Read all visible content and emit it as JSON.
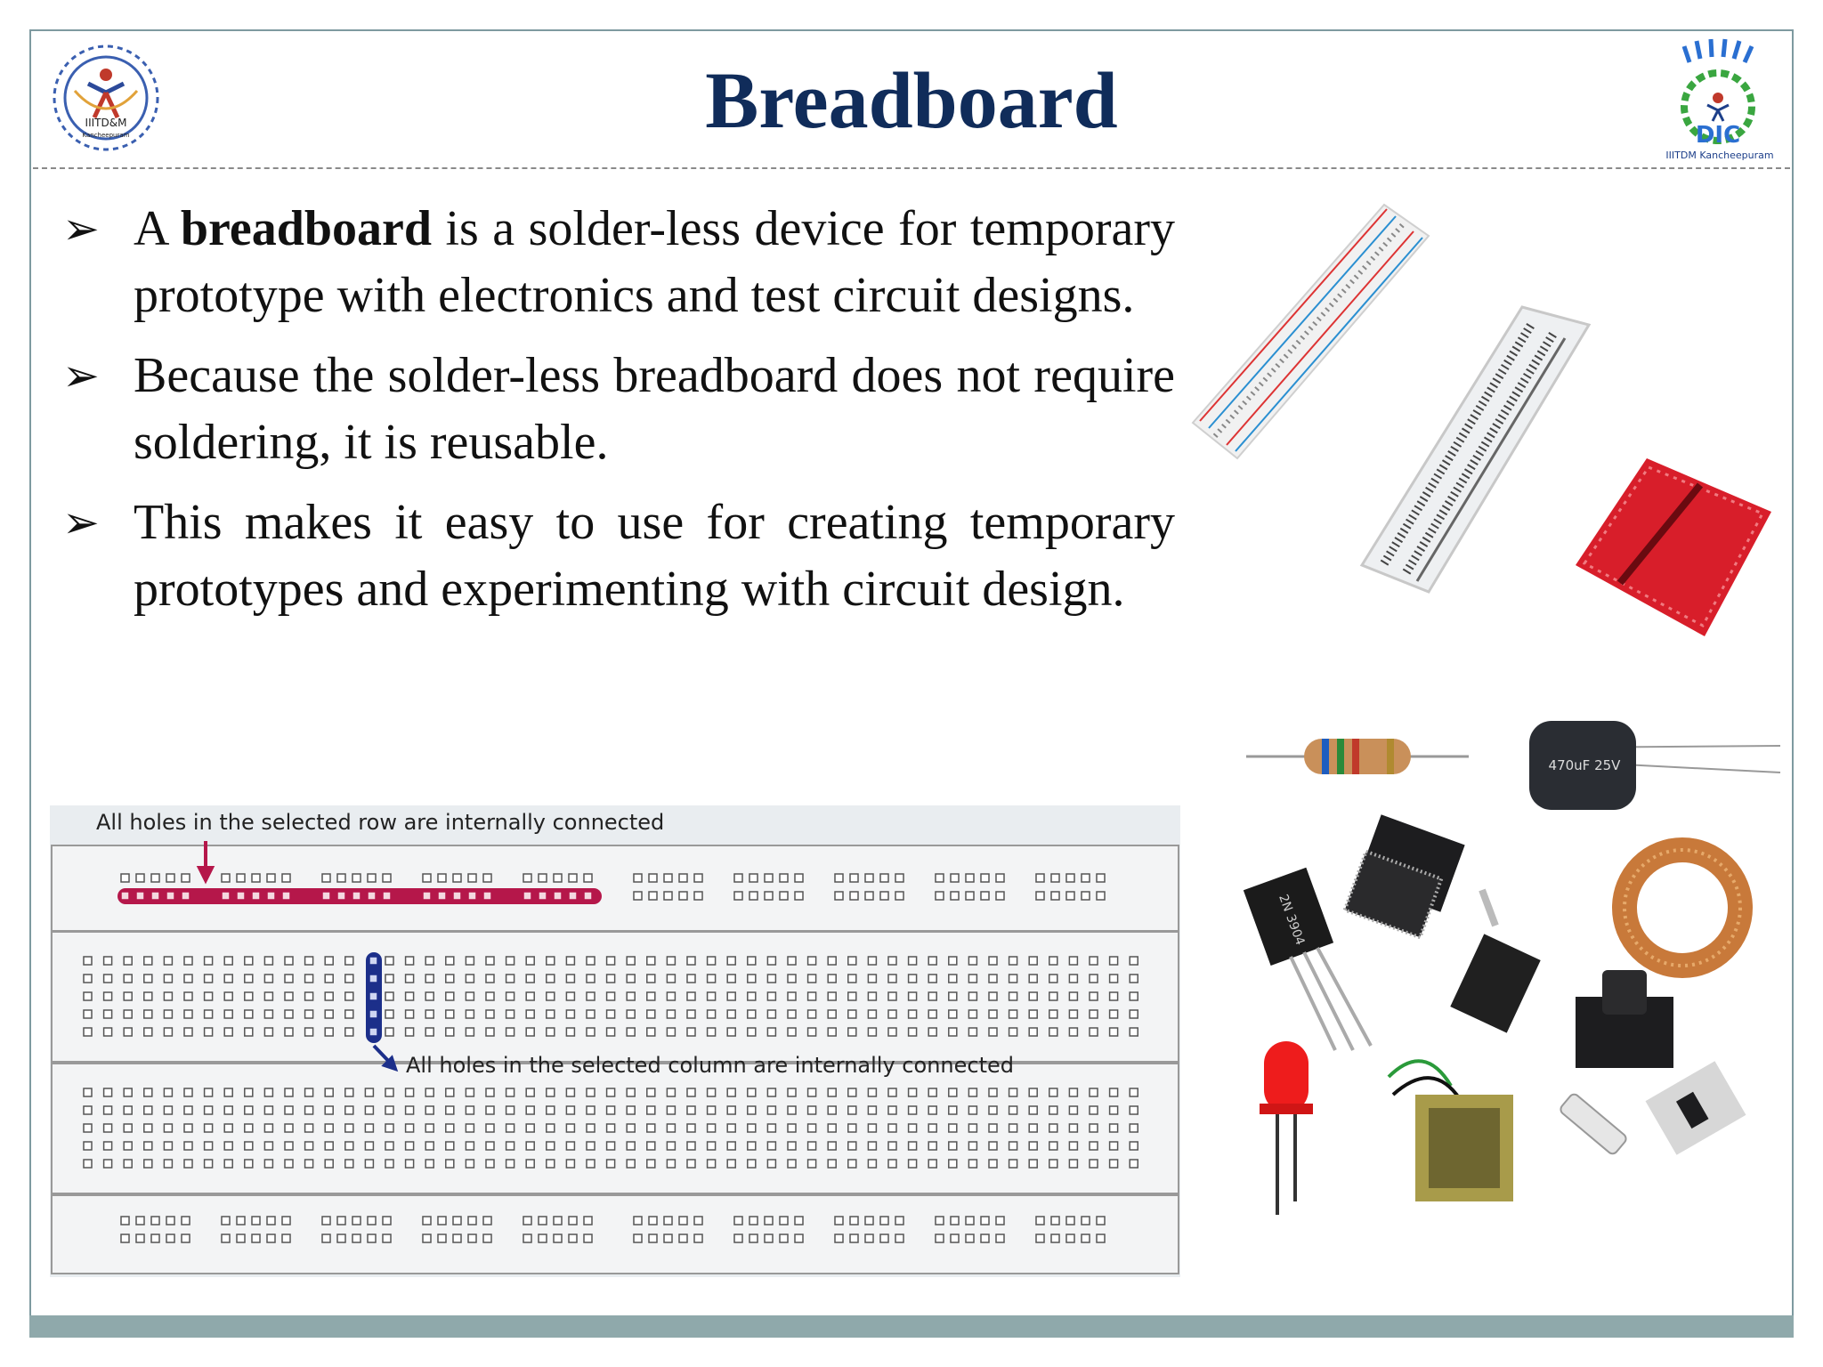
{
  "slide": {
    "title": "Breadboard",
    "logo_left": {
      "icon": "iiitdm-gear-logo-icon",
      "text": "IIITD&M",
      "subtext": "Kancheepuram"
    },
    "logo_right": {
      "icon": "dic-logo-icon",
      "text": "DIC",
      "subtext": "IIITDM Kancheepuram"
    },
    "bullets": [
      {
        "prefix": "A ",
        "bold": "breadboard",
        "rest": " is a solder-less device for temporary prototype with electronics and test circuit designs."
      },
      {
        "prefix": "",
        "bold": "",
        "rest": "Because the solder-less breadboard does not require soldering, it is reusable."
      },
      {
        "prefix": "",
        "bold": "",
        "rest": "This makes it easy to use for creating temporary prototypes and experimenting with circuit design."
      }
    ],
    "bullet_marker": "➢",
    "diagram": {
      "row_label": "All holes in the selected row are internally connected",
      "column_label": "All holes in the selected column are internally connected"
    },
    "component_labels": {
      "capacitor": "470uF 25V",
      "transistor": "2N 3904"
    }
  },
  "colors": {
    "title": "#102c5a",
    "row_highlight": "#b5174a",
    "column_highlight": "#1c2f8a",
    "footer_bar": "#8fa9ab"
  }
}
